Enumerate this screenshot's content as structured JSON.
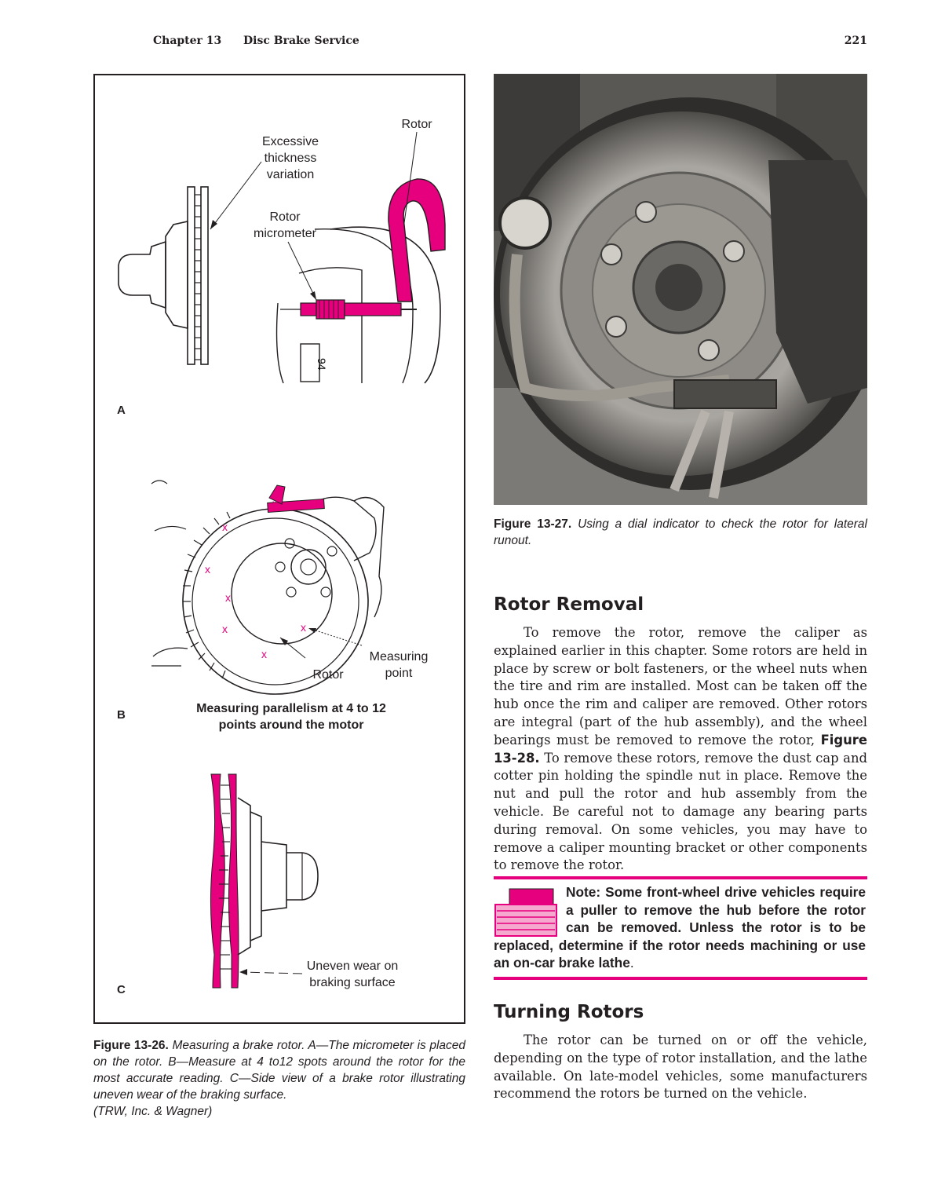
{
  "header": {
    "chapter": "Chapter 13",
    "title": "Disc Brake Service",
    "page_number": "221"
  },
  "figure_26": {
    "panel_a": {
      "letter": "A",
      "label_rotor": "Rotor",
      "label_excessive": [
        "Excessive",
        "thickness",
        "variation"
      ],
      "label_micrometer": [
        "Rotor",
        "micrometer"
      ],
      "stamp": "94"
    },
    "panel_b": {
      "letter": "B",
      "label_measuring": [
        "Measuring",
        "point"
      ],
      "label_rotor": "Rotor",
      "mark": "x",
      "caption": [
        "Measuring parallelism at 4 to 12",
        "points around the motor"
      ]
    },
    "panel_c": {
      "letter": "C",
      "label_uneven": [
        "Uneven wear on",
        "braking surface"
      ]
    },
    "caption": {
      "number": "Figure 13-26.",
      "text": "Measuring a brake rotor. A—The micrometer is placed on the rotor. B—Measure at 4 to12 spots around the rotor for the most accurate reading. C—Side view of a brake rotor illustrating uneven wear of the braking surface.",
      "credit": "(TRW, Inc. & Wagner)"
    }
  },
  "figure_27": {
    "number": "Figure 13-27.",
    "text": "Using a dial indicator to check the rotor for lateral runout."
  },
  "section_rotor_removal": {
    "heading": "Rotor Removal",
    "p_before": "To remove the rotor, remove the caliper as explained earlier in this chapter. Some rotors are held in place by screw or bolt fasteners, or the wheel nuts when the tire and rim are installed. Most can be taken off the hub once the rim and caliper are removed. Other rotors are integral (part of the hub assembly), and the wheel bearings must be removed to remove the rotor,",
    "fig_ref": "Figure 13-28.",
    "p_after": "To remove these rotors, remove the dust cap and cotter pin holding the spindle nut in place. Remove the nut and pull the rotor and hub assembly from the vehicle. Be careful not to damage any bearing parts during removal. On some vehicles, you may have to remove a caliper mounting bracket or other components to remove the rotor."
  },
  "note": {
    "text": "Note: Some front-wheel drive vehicles require a puller to remove the hub before the rotor can be removed. Unless the rotor is to be replaced, determine if the rotor needs machining or use an on-car brake lathe",
    "end": "."
  },
  "section_turning_rotors": {
    "heading": "Turning Rotors",
    "paragraph": "The rotor can be turned on or off the vehicle, depending on the type of rotor installation, and the lathe available. On late-model vehicles, some manufacturers recommend the rotors be turned on the vehicle."
  },
  "colors": {
    "accent": "#e6007e",
    "text": "#231f20"
  }
}
